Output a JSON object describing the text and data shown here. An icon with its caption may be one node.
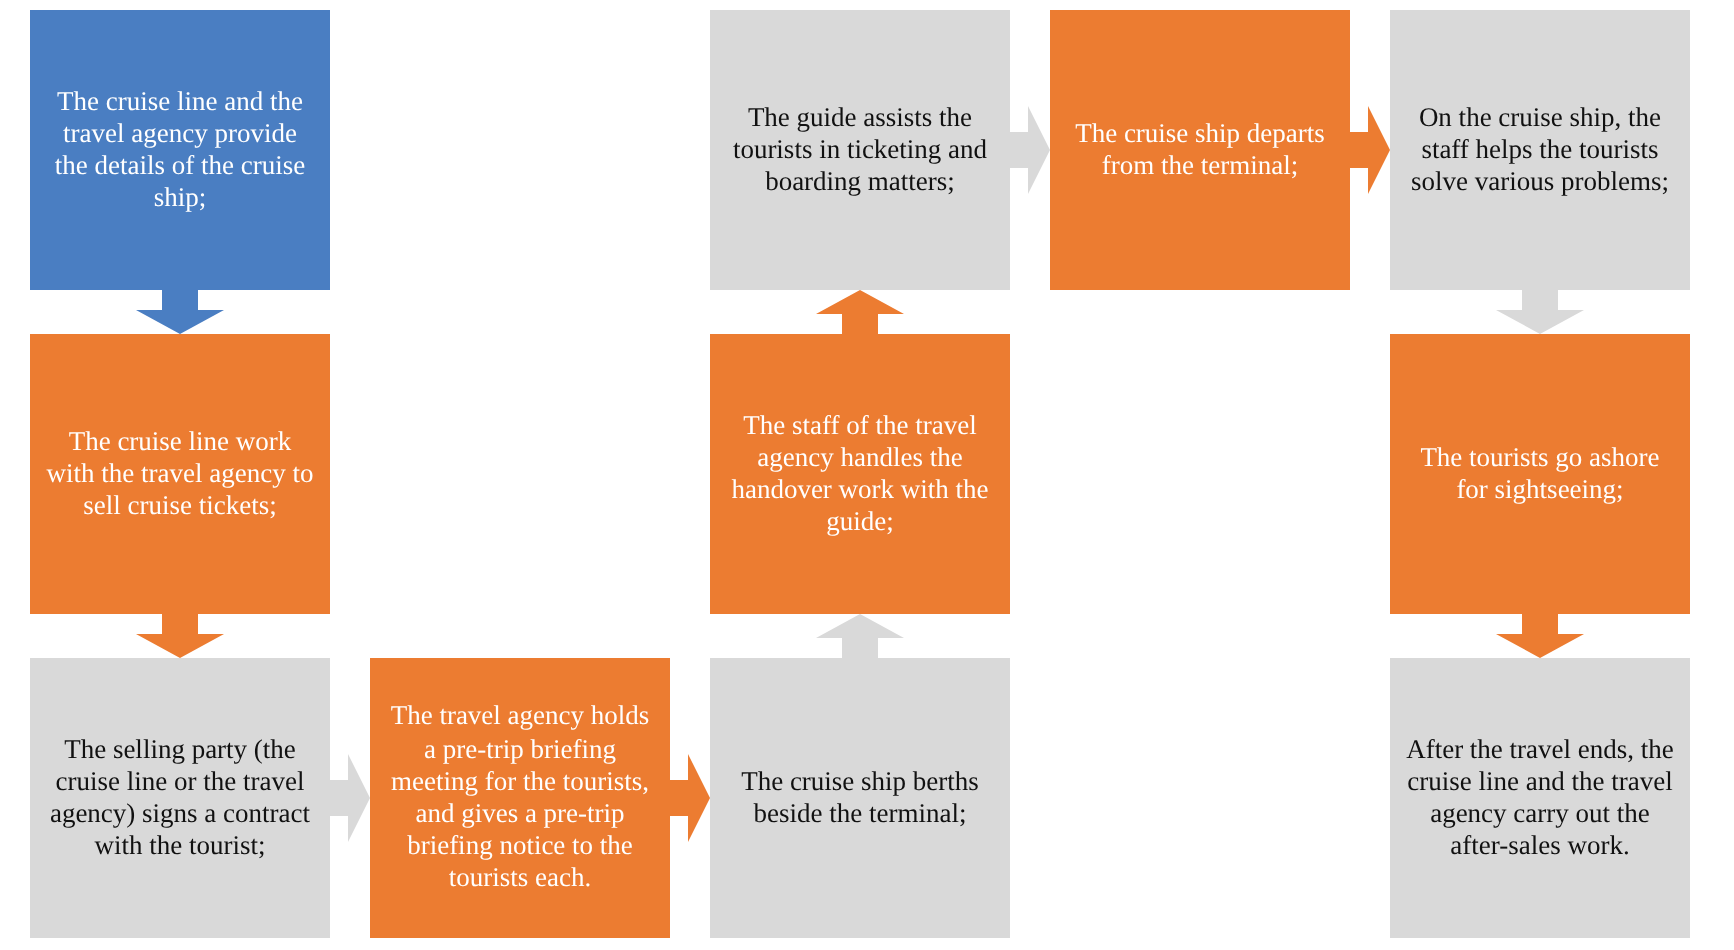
{
  "diagram": {
    "nodes": [
      {
        "text": [
          "The cruise line and the travel agency provide the details of the cruise ship;"
        ]
      },
      {
        "text": [
          "The cruise line work with the travel agency to sell cruise tickets;"
        ]
      },
      {
        "text": [
          "The selling party (the cruise line or the travel agency) signs a contract with the tourist;"
        ]
      },
      {
        "text": [
          "The travel agency holds a pre-trip briefing meeting for the tourists, and gives a pre-trip briefing notice to the tourists each."
        ]
      },
      {
        "text": [
          "The cruise ship berths beside the terminal;"
        ]
      },
      {
        "text": [
          "The staff of the travel agency handles the handover work with the guide;"
        ]
      },
      {
        "text": [
          "The guide assists the tourists in ticketing and boarding matters;"
        ]
      },
      {
        "text": [
          "The cruise ship departs from the terminal;"
        ]
      },
      {
        "text": [
          "On the cruise ship, the staff helps the tourists solve various problems;"
        ]
      },
      {
        "text": [
          "The tourists go ashore for sightseeing;"
        ]
      },
      {
        "text": [
          "After the travel ends, the cruise line and the travel agency carry out the after-sales work."
        ]
      }
    ],
    "edges": [
      {
        "from": 0,
        "to": 1,
        "arrow": "to"
      },
      {
        "from": 1,
        "to": 2,
        "arrow": "to"
      },
      {
        "from": 2,
        "to": 3,
        "arrow": "to"
      },
      {
        "from": 3,
        "to": 4,
        "arrow": "to"
      },
      {
        "from": 4,
        "to": 5,
        "arrow": "to"
      },
      {
        "from": 5,
        "to": 6,
        "arrow": "to"
      },
      {
        "from": 6,
        "to": 7,
        "arrow": "to"
      },
      {
        "from": 7,
        "to": 8,
        "arrow": "to"
      },
      {
        "from": 8,
        "to": 9,
        "arrow": "to"
      },
      {
        "from": 9,
        "to": 10,
        "arrow": "to"
      }
    ]
  }
}
